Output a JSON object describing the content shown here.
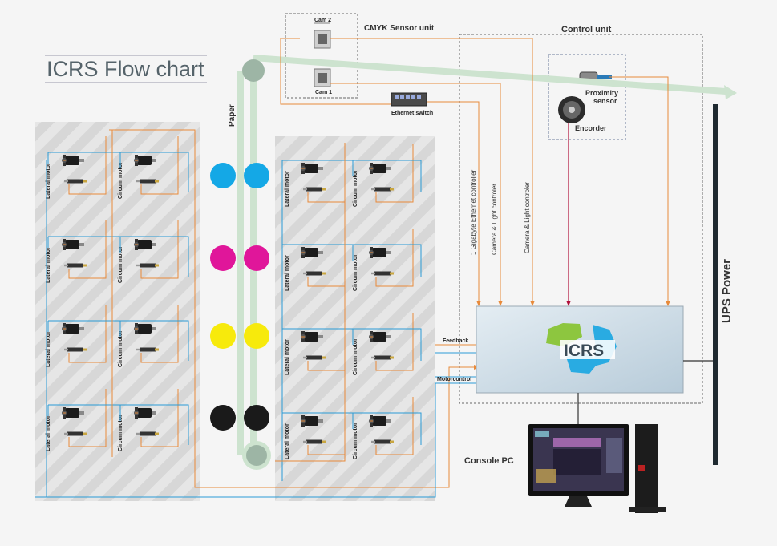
{
  "title": "ICRS Flow chart",
  "labels": {
    "cmyk_unit": "CMYK Sensor unit",
    "control_unit": "Control unit",
    "cam2": "Cam 2",
    "cam1": "Cam 1",
    "switch": "Ethernet switch",
    "proximity": "Proximity sensor",
    "proximity_l1": "Proximity",
    "proximity_l2": "sensor",
    "encoder": "Encorder",
    "paper": "Paper",
    "ups": "UPS Power",
    "console": "Console PC",
    "feedback": "Feedback",
    "motorcontrol": "Motorcontrol",
    "gige": "1 Gigabyte Ethernet controller",
    "cam_light_1": "Camera & Light controler",
    "cam_light_2": "Camera & Light controler",
    "logo": "ICRS",
    "lateral": "Lateral motor",
    "circum": "Circum motor"
  },
  "ink_colors": {
    "cyan": "#14a8e6",
    "magenta": "#e0169a",
    "yellow": "#f7ea0c",
    "black": "#1a1a1a"
  },
  "line_colors": {
    "orange": "#e88a3a",
    "blue": "#2a9bd6",
    "crimson": "#b0103a",
    "paper": "#cde3cf"
  }
}
